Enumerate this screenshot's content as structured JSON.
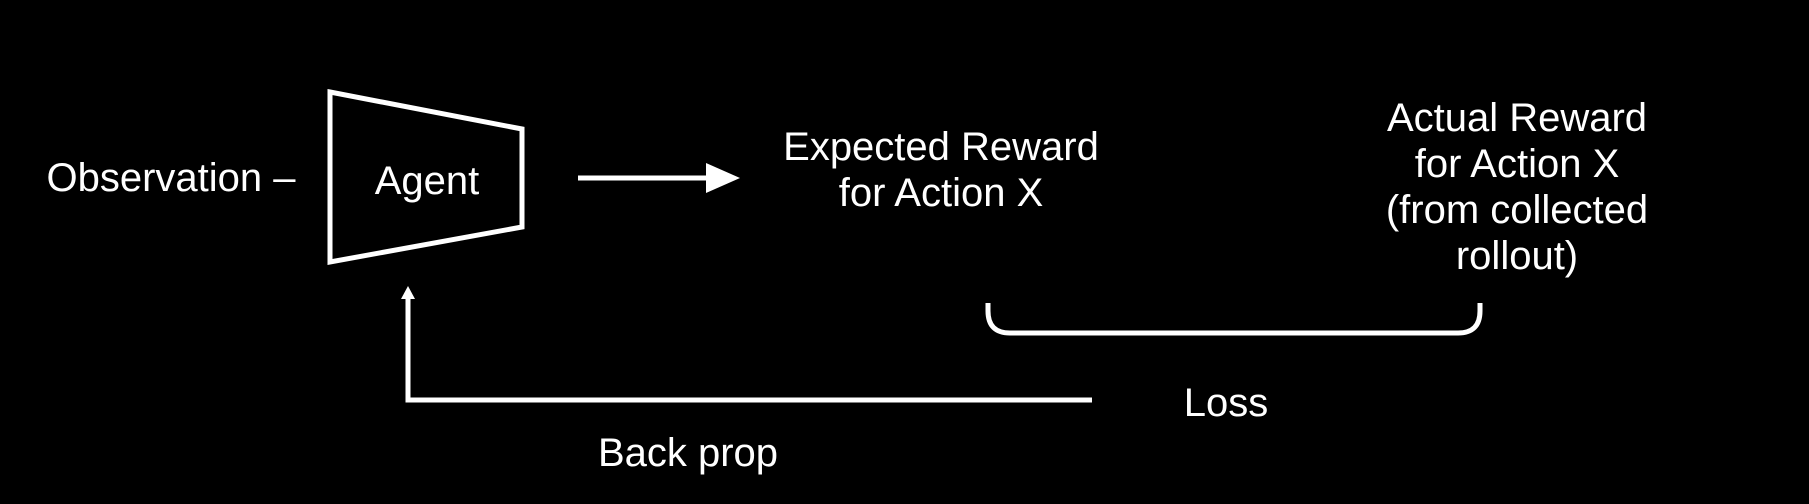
{
  "colors": {
    "background": "#000000",
    "foreground": "#ffffff"
  },
  "diagram": {
    "observation": {
      "label": "Observation –"
    },
    "agent": {
      "label": "Agent",
      "shape": "trapezoid"
    },
    "expected_reward": {
      "text": "Expected Reward\nfor Action X"
    },
    "actual_reward": {
      "text": "Actual Reward\nfor Action X (from collected\nrollout)"
    },
    "loss": {
      "label": "Loss"
    },
    "backprop": {
      "label": "Back prop"
    },
    "connectors": {
      "agent_to_expected": "right-arrow",
      "reward_comparison": "under-bracket",
      "loss_to_agent": "elbow-line"
    }
  }
}
